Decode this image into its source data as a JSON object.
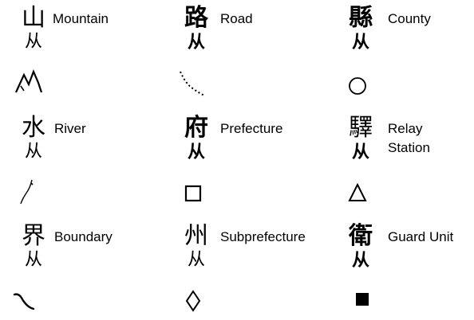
{
  "legend": {
    "entries": [
      {
        "key": "mountain",
        "char": "山",
        "sub": "从",
        "label": "Mountain",
        "symbol": "mountain-peaks"
      },
      {
        "key": "road",
        "char": "路",
        "sub": "从",
        "label": "Road",
        "symbol": "dashed-curve"
      },
      {
        "key": "county",
        "char": "縣",
        "sub": "从",
        "label": "County",
        "symbol": "circle"
      },
      {
        "key": "river",
        "char": "水",
        "sub": "从",
        "label": "River",
        "symbol": "thin-curve"
      },
      {
        "key": "prefecture",
        "char": "府",
        "sub": "从",
        "label": "Prefecture",
        "symbol": "square"
      },
      {
        "key": "relay",
        "char": "驛",
        "sub": "从",
        "label": "Relay Station",
        "label_line1": "Relay",
        "label_line2": "Station",
        "symbol": "triangle"
      },
      {
        "key": "boundary",
        "char": "界",
        "sub": "从",
        "label": "Boundary",
        "symbol": "wavy-line"
      },
      {
        "key": "subprefecture",
        "char": "州",
        "sub": "从",
        "label": "Subprefecture",
        "symbol": "diamond"
      },
      {
        "key": "guard",
        "char": "衛",
        "sub": "从",
        "label": "Guard Unit",
        "symbol": "filled-square"
      }
    ]
  }
}
